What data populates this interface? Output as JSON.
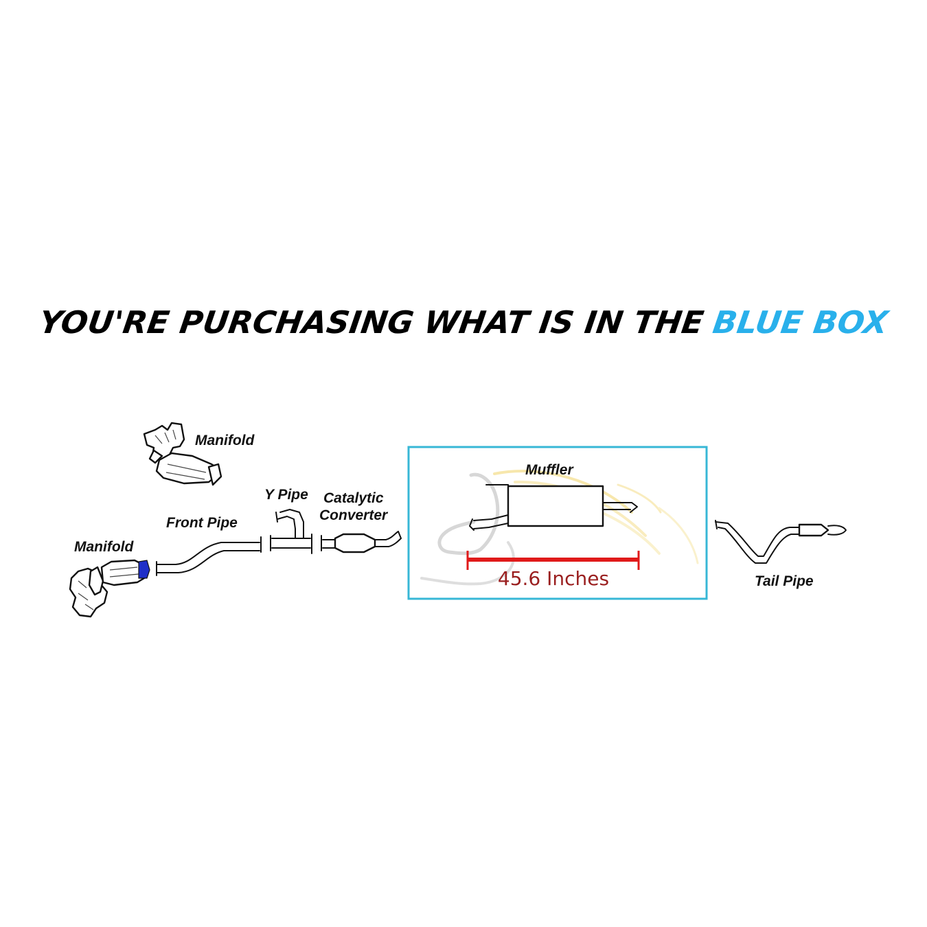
{
  "headline": {
    "lead": "YOU'RE PURCHASING WHAT IS IN THE",
    "highlight": "BLUE BOX"
  },
  "labels": {
    "manifold_top": "Manifold",
    "manifold_left": "Manifold",
    "front_pipe": "Front Pipe",
    "y_pipe": "Y Pipe",
    "catalytic_line1": "Catalytic",
    "catalytic_line2": "Converter",
    "muffler": "Muffler",
    "tail_pipe": "Tail Pipe"
  },
  "measurement": {
    "text": "45.6 Inches"
  },
  "colors": {
    "headline_text": "#000000",
    "highlight": "#29B0EB",
    "blue_box_border": "#37B7D6",
    "measure_bar": "#E01A1A",
    "measure_text": "#9A1F1F",
    "flange_blue": "#1F2FC8"
  }
}
